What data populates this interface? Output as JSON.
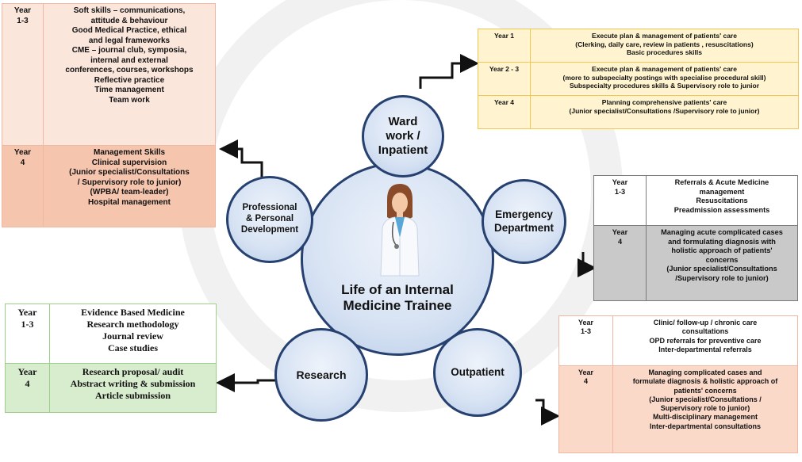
{
  "center": {
    "title_lines": [
      "Life of an Internal",
      "Medicine Trainee"
    ]
  },
  "circles": {
    "ward": [
      "Ward",
      "work /",
      "Inpatient"
    ],
    "emergency": [
      "Emergency",
      "Department"
    ],
    "outpatient": [
      "Outpatient"
    ],
    "research": [
      "Research"
    ],
    "professional": [
      "Professional",
      "& Personal",
      "Development"
    ]
  },
  "professional_table": {
    "row1": {
      "year": [
        "Year",
        "1-3"
      ],
      "lines": [
        "Soft skills – communications,",
        "attitude & behaviour",
        "Good Medical Practice, ethical",
        "and legal frameworks",
        "CME – journal club, symposia,",
        "internal and external",
        "conferences, courses, workshops",
        "Reflective practice",
        "Time management",
        "Team work"
      ]
    },
    "row2": {
      "year": [
        "Year",
        "4"
      ],
      "lines": [
        "Management Skills",
        "Clinical supervision",
        "(Junior specialist/Consultations",
        "/ Supervisory role to junior)",
        "(WPBA/ team-leader)",
        "Hospital management"
      ]
    }
  },
  "ward_table": {
    "row1": {
      "year": "Year 1",
      "lines": [
        "Execute plan & management of patients' care",
        "(Clerking, daily care, review in patients , resuscitations)",
        "Basic procedures skills"
      ]
    },
    "row2": {
      "year": "Year 2 - 3",
      "lines": [
        "Execute plan & management of patients' care",
        "(more to subspecialty postings with specialise procedural skill)",
        "Subspecialty procedures skills & Supervisory role to junior"
      ]
    },
    "row3": {
      "year": "Year 4",
      "lines": [
        "Planning comprehensive patients' care",
        "(Junior specialist/Consultations /Supervisory role to junior)"
      ]
    }
  },
  "emergency_table": {
    "row1": {
      "year": [
        "Year",
        "1-3"
      ],
      "lines": [
        "Referrals & Acute Medicine",
        "management",
        "Resuscitations",
        "Preadmission assessments"
      ]
    },
    "row2": {
      "year": [
        "Year",
        "4"
      ],
      "lines": [
        "Managing acute complicated cases",
        "and formulating diagnosis with",
        "holistic approach of patients'",
        "concerns",
        "(Junior specialist/Consultations",
        "/Supervisory role to junior)"
      ]
    }
  },
  "research_table": {
    "row1": {
      "year": [
        "Year",
        "1-3"
      ],
      "lines": [
        "Evidence Based Medicine",
        "Research methodology",
        "Journal review",
        "Case studies"
      ]
    },
    "row2": {
      "year": [
        "Year",
        "4"
      ],
      "lines": [
        "Research proposal/ audit",
        "Abstract writing & submission",
        "Article submission"
      ]
    }
  },
  "outpatient_table": {
    "row1": {
      "year": [
        "Year",
        "1-3"
      ],
      "lines": [
        "Clinic/ follow-up / chronic care",
        "consultations",
        "OPD referrals for preventive care",
        "Inter-departmental referrals"
      ]
    },
    "row2": {
      "year": [
        "Year",
        "4"
      ],
      "lines": [
        "Managing complicated cases and",
        "formulate diagnosis & holistic approach of",
        "patients' concerns",
        "(Junior specialist/Consultations /",
        "Supervisory role to junior)",
        "Multi-disciplinary management",
        "Inter-departmental consultations"
      ]
    }
  },
  "colors": {
    "circle_border": "#26406f",
    "professional_light": "#fbe6dc",
    "professional_dark": "#f6c5ae",
    "ward_fill": "#fff4cf",
    "emergency_grey": "#c9c9c9",
    "research_green": "#d8ecce",
    "outpatient_peach": "#fbd9c9"
  }
}
